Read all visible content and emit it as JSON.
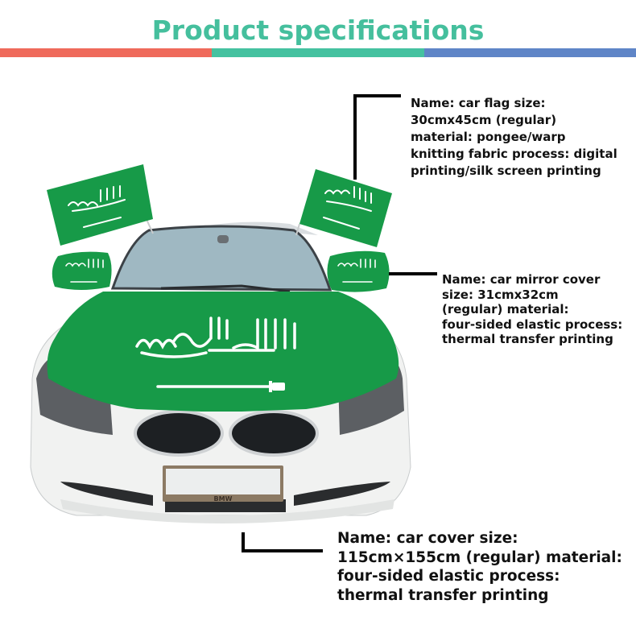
{
  "header": {
    "title": "Product specifications",
    "bar_colors": [
      "#ef6a5b",
      "#45c2a0",
      "#5f85c7"
    ]
  },
  "image": {
    "description": "White BMW sedan front view with green Saudi Arabia flag hood cover, mirror covers and window flags",
    "plate_text": "BMW",
    "flag_color": "#179a48"
  },
  "specs": {
    "car_flag": "Name: car flag size:\n30cmx45cm (regular)\nmaterial: pongee/warp\nknitting fabric process: digital\nprinting/silk screen printing",
    "mirror_cover": "Name: car mirror cover\nsize: 31cmx32cm\n(regular) material:\nfour-sided elastic process:\nthermal transfer printing",
    "car_cover": "Name: car cover size:\n115cm×155cm (regular) material:\nfour-sided elastic process:\nthermal transfer printing"
  }
}
